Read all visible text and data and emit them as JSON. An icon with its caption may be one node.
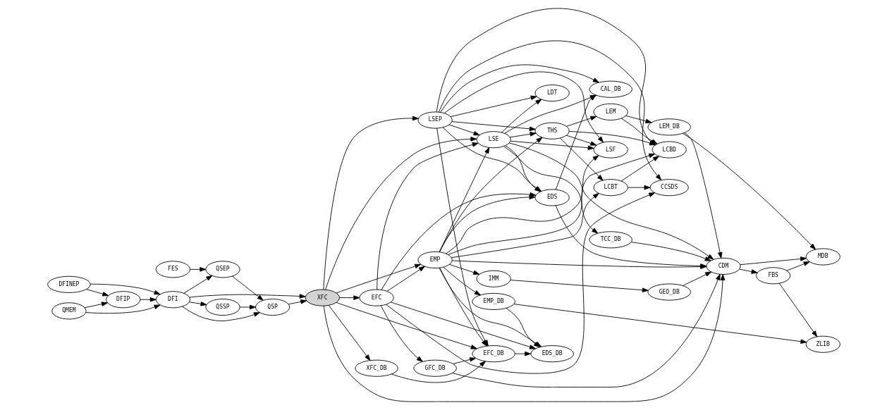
{
  "diagram": {
    "nodes": [
      {
        "text": [
          "DFINEP"
        ]
      },
      {
        "text": [
          "QMEM"
        ]
      },
      {
        "text": [
          "DFIP"
        ]
      },
      {
        "text": [
          "DFI"
        ]
      },
      {
        "text": [
          "FES"
        ]
      },
      {
        "text": [
          "QSEP"
        ]
      },
      {
        "text": [
          "QSSP"
        ]
      },
      {
        "text": [
          "QSP"
        ]
      },
      {
        "text": [
          "XFC"
        ]
      },
      {
        "text": [
          "EFC"
        ]
      },
      {
        "text": [
          "LSEP"
        ]
      },
      {
        "text": [
          "LSE"
        ]
      },
      {
        "text": [
          "LDT"
        ]
      },
      {
        "text": [
          "EDS"
        ]
      },
      {
        "text": [
          "CAL_DB"
        ]
      },
      {
        "text": [
          "TCC_DB"
        ]
      },
      {
        "text": [
          "CCSDS"
        ]
      },
      {
        "text": [
          "IMM"
        ]
      },
      {
        "text": [
          "EMP"
        ]
      },
      {
        "text": [
          "EMP_DB"
        ]
      },
      {
        "text": [
          "EFC_DB"
        ]
      },
      {
        "text": [
          "EDS_DB"
        ]
      },
      {
        "text": [
          "GFC_DB"
        ]
      },
      {
        "text": [
          "XFC_DB"
        ]
      },
      {
        "text": [
          "THS"
        ]
      },
      {
        "text": [
          "LSF"
        ]
      },
      {
        "text": [
          "GEO_DB"
        ]
      },
      {
        "text": [
          "LCBT"
        ]
      },
      {
        "text": [
          "LCBD"
        ]
      },
      {
        "text": [
          "LEM"
        ]
      },
      {
        "text": [
          "LEM_DB"
        ]
      },
      {
        "text": [
          "CDM"
        ]
      },
      {
        "text": [
          "FBS"
        ]
      },
      {
        "text": [
          "MDB"
        ]
      },
      {
        "text": [
          "ZLIB"
        ]
      }
    ],
    "edges": [
      {
        "from": 0,
        "to": 2,
        "arrow": "to"
      },
      {
        "from": 0,
        "to": 3,
        "arrow": "to"
      },
      {
        "from": 1,
        "to": 2,
        "arrow": "to"
      },
      {
        "from": 1,
        "to": 3,
        "arrow": "to"
      },
      {
        "from": 2,
        "to": 3,
        "arrow": "to"
      },
      {
        "from": 3,
        "to": 5,
        "arrow": "to"
      },
      {
        "from": 3,
        "to": 6,
        "arrow": "to"
      },
      {
        "from": 3,
        "to": 7,
        "arrow": "to"
      },
      {
        "from": 3,
        "to": 8,
        "arrow": "to"
      },
      {
        "from": 4,
        "to": 5,
        "arrow": "to"
      },
      {
        "from": 5,
        "to": 7,
        "arrow": "to"
      },
      {
        "from": 6,
        "to": 7,
        "arrow": "to"
      },
      {
        "from": 7,
        "to": 8,
        "arrow": "to"
      },
      {
        "from": 8,
        "to": 9,
        "arrow": "to"
      },
      {
        "from": 8,
        "to": 10,
        "arrow": "to"
      },
      {
        "from": 8,
        "to": 11,
        "arrow": "to"
      },
      {
        "from": 8,
        "to": 31,
        "arrow": "to"
      },
      {
        "from": 8,
        "to": 18,
        "arrow": "to"
      },
      {
        "from": 8,
        "to": 20,
        "arrow": "to"
      },
      {
        "from": 8,
        "to": 23,
        "arrow": "to"
      },
      {
        "from": 9,
        "to": 18,
        "arrow": "to"
      },
      {
        "from": 9,
        "to": 22,
        "arrow": "to"
      },
      {
        "from": 9,
        "to": 21,
        "arrow": "to"
      },
      {
        "from": 9,
        "to": 11,
        "arrow": "to"
      },
      {
        "from": 9,
        "to": 16,
        "arrow": "to"
      },
      {
        "from": 9,
        "to": 13,
        "arrow": "to"
      },
      {
        "from": 10,
        "to": 12,
        "arrow": "to"
      },
      {
        "from": 10,
        "to": 11,
        "arrow": "to"
      },
      {
        "from": 10,
        "to": 16,
        "arrow": "to"
      },
      {
        "from": 10,
        "to": 20,
        "arrow": "to"
      },
      {
        "from": 10,
        "to": 13,
        "arrow": "to"
      },
      {
        "from": 10,
        "to": 24,
        "arrow": "to"
      },
      {
        "from": 10,
        "to": 28,
        "arrow": "to"
      },
      {
        "from": 10,
        "to": 25,
        "arrow": "to"
      },
      {
        "from": 10,
        "to": 14,
        "arrow": "to"
      },
      {
        "from": 11,
        "to": 12,
        "arrow": "to"
      },
      {
        "from": 11,
        "to": 13,
        "arrow": "to"
      },
      {
        "from": 11,
        "to": 14,
        "arrow": "to"
      },
      {
        "from": 11,
        "to": 15,
        "arrow": "to"
      },
      {
        "from": 11,
        "to": 25,
        "arrow": "to"
      },
      {
        "from": 11,
        "to": 24,
        "arrow": "to"
      },
      {
        "from": 11,
        "to": 31,
        "arrow": "to"
      },
      {
        "from": 13,
        "to": 14,
        "arrow": "to"
      },
      {
        "from": 13,
        "to": 31,
        "arrow": "to"
      },
      {
        "from": 15,
        "to": 31,
        "arrow": "to"
      },
      {
        "from": 17,
        "to": 26,
        "arrow": "to"
      },
      {
        "from": 18,
        "to": 19,
        "arrow": "to"
      },
      {
        "from": 18,
        "to": 20,
        "arrow": "to"
      },
      {
        "from": 18,
        "to": 21,
        "arrow": "to"
      },
      {
        "from": 18,
        "to": 17,
        "arrow": "to"
      },
      {
        "from": 18,
        "to": 11,
        "arrow": "to"
      },
      {
        "from": 18,
        "to": 13,
        "arrow": "to"
      },
      {
        "from": 18,
        "to": 24,
        "arrow": "to"
      },
      {
        "from": 18,
        "to": 27,
        "arrow": "to"
      },
      {
        "from": 18,
        "to": 28,
        "arrow": "to"
      },
      {
        "from": 18,
        "to": 25,
        "arrow": "to"
      },
      {
        "from": 18,
        "to": 31,
        "arrow": "to"
      },
      {
        "from": 19,
        "to": 21,
        "arrow": "to"
      },
      {
        "from": 19,
        "to": 34,
        "arrow": "to"
      },
      {
        "from": 20,
        "to": 21,
        "arrow": "to"
      },
      {
        "from": 22,
        "to": 20,
        "arrow": "to"
      },
      {
        "from": 22,
        "to": 31,
        "arrow": "to"
      },
      {
        "from": 23,
        "to": 20,
        "arrow": "to"
      },
      {
        "from": 24,
        "to": 25,
        "arrow": "to"
      },
      {
        "from": 24,
        "to": 27,
        "arrow": "to"
      },
      {
        "from": 24,
        "to": 28,
        "arrow": "to"
      },
      {
        "from": 24,
        "to": 29,
        "arrow": "to"
      },
      {
        "from": 26,
        "to": 31,
        "arrow": "to"
      },
      {
        "from": 27,
        "to": 28,
        "arrow": "to"
      },
      {
        "from": 27,
        "to": 16,
        "arrow": "to"
      },
      {
        "from": 29,
        "to": 30,
        "arrow": "to"
      },
      {
        "from": 29,
        "to": 28,
        "arrow": "to"
      },
      {
        "from": 30,
        "to": 31,
        "arrow": "to"
      },
      {
        "from": 30,
        "to": 33,
        "arrow": "to"
      },
      {
        "from": 31,
        "to": 33,
        "arrow": "to"
      },
      {
        "from": 31,
        "to": 32,
        "arrow": "to"
      },
      {
        "from": 32,
        "to": 33,
        "arrow": "to"
      },
      {
        "from": 32,
        "to": 34,
        "arrow": "to"
      }
    ]
  }
}
